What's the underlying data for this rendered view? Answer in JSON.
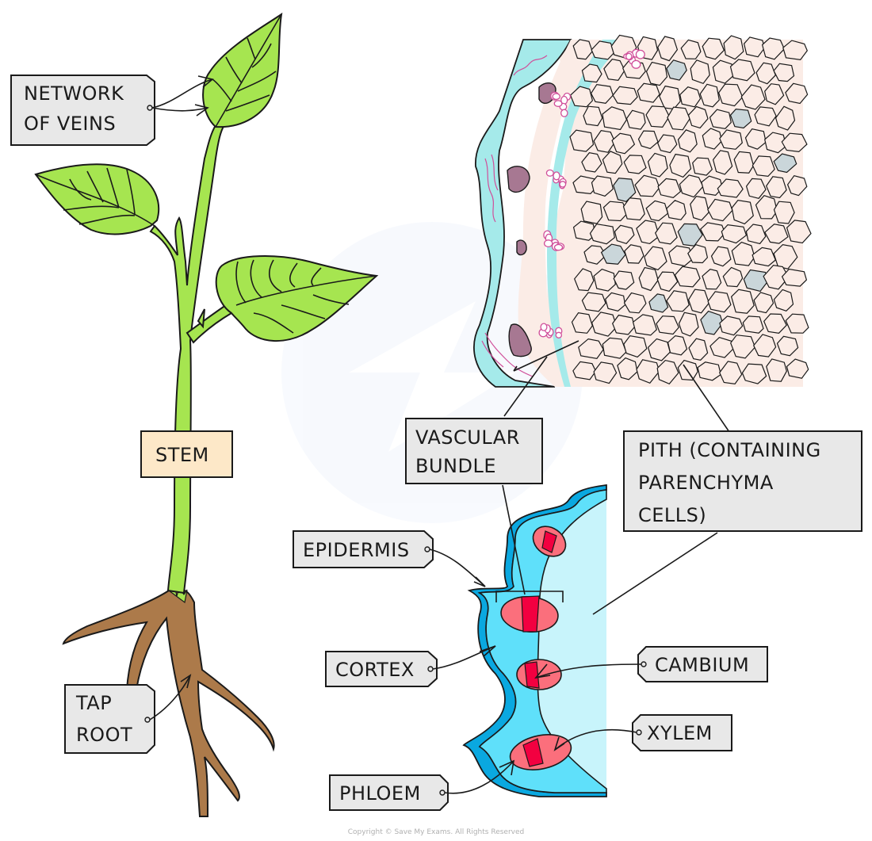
{
  "diagram": {
    "title": "Dicot stem structure",
    "colors": {
      "leaf_green": "#a6e550",
      "root_brown": "#ac7a4a",
      "stem_label_bg": "#fde8c8",
      "tag_bg": "#e8e8e8",
      "epidermis_blue": "#0aa8e0",
      "cortex_blue": "#5fe0fa",
      "pith_light_blue": "#c8f4fb",
      "bundle_pink": "#fb6f7c",
      "cambium_red": "#f20040",
      "micrograph_cortex": "#a5eaea",
      "micrograph_cell": "#fbece6",
      "micrograph_grey_cell": "#cad6da",
      "micrograph_magenta": "#d04f9a"
    },
    "labels": {
      "network_of_veins": [
        "NETWORK",
        "OF  VEINS"
      ],
      "stem": "STEM",
      "tap_root": [
        "TAP",
        "ROOT"
      ],
      "vascular_bundle": [
        "VASCULAR",
        "BUNDLE"
      ],
      "pith": [
        "PITH  (CONTAINING",
        "PARENCHYMA",
        "CELLS)"
      ],
      "epidermis": "EPIDERMIS",
      "cortex": "CORTEX",
      "cambium": "CAMBIUM",
      "xylem": "XYLEM",
      "phloem": "PHLOEM"
    },
    "copyright": "Copyright © Save My Exams. All Rights Reserved"
  }
}
